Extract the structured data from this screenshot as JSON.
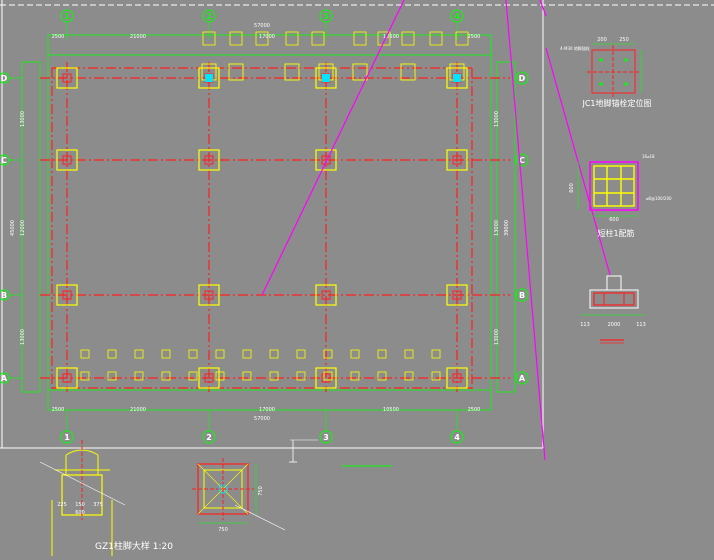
{
  "colors": {
    "background": "#8c8c8c",
    "axis_green": "#00ff00",
    "grid_red": "#ff2020",
    "footing_yellow": "#ffff00",
    "column_cyan": "#00e5ff",
    "magenta": "#ff00ff",
    "frame_white": "#ffffff",
    "text_white": "#ffffff"
  },
  "axes": {
    "vertical": [
      {
        "label": "1"
      },
      {
        "label": "2"
      },
      {
        "label": "3"
      },
      {
        "label": "4"
      }
    ],
    "horizontal": [
      {
        "label": "D"
      },
      {
        "label": "C"
      },
      {
        "label": "B"
      },
      {
        "label": "A"
      }
    ]
  },
  "dimensions": {
    "top_total": "57000",
    "top_spans": [
      "2500",
      "21000",
      "17000",
      "10500",
      "2500"
    ],
    "bottom_total": "57000",
    "bottom_spans": [
      "2500",
      "21000",
      "17000",
      "10500",
      "2500"
    ],
    "left_total": "45000",
    "left_spans": [
      "13000",
      "12000",
      "13000"
    ],
    "right_total": "39000",
    "right_spans": [
      "13000",
      "13000",
      "13000"
    ]
  },
  "details": {
    "jc1_title": "JC1地脚锚栓定位图",
    "jc1_dims": [
      "200",
      "250"
    ],
    "jc1_note": "4-M30 地脚锚栓",
    "column_section_title": "短柱1配筋",
    "column_section_dims": [
      "600",
      "600"
    ],
    "column_section_notes": [
      "16⌀18",
      "⌀8@100/200"
    ],
    "base_detail_dims": [
      "113",
      "2000",
      "113"
    ],
    "gz1_title": "GZ1柱脚大样 1:20",
    "gz1_dims": [
      "225",
      "150",
      "375",
      "600"
    ],
    "plan_detail_dims": [
      "750",
      "750"
    ]
  }
}
